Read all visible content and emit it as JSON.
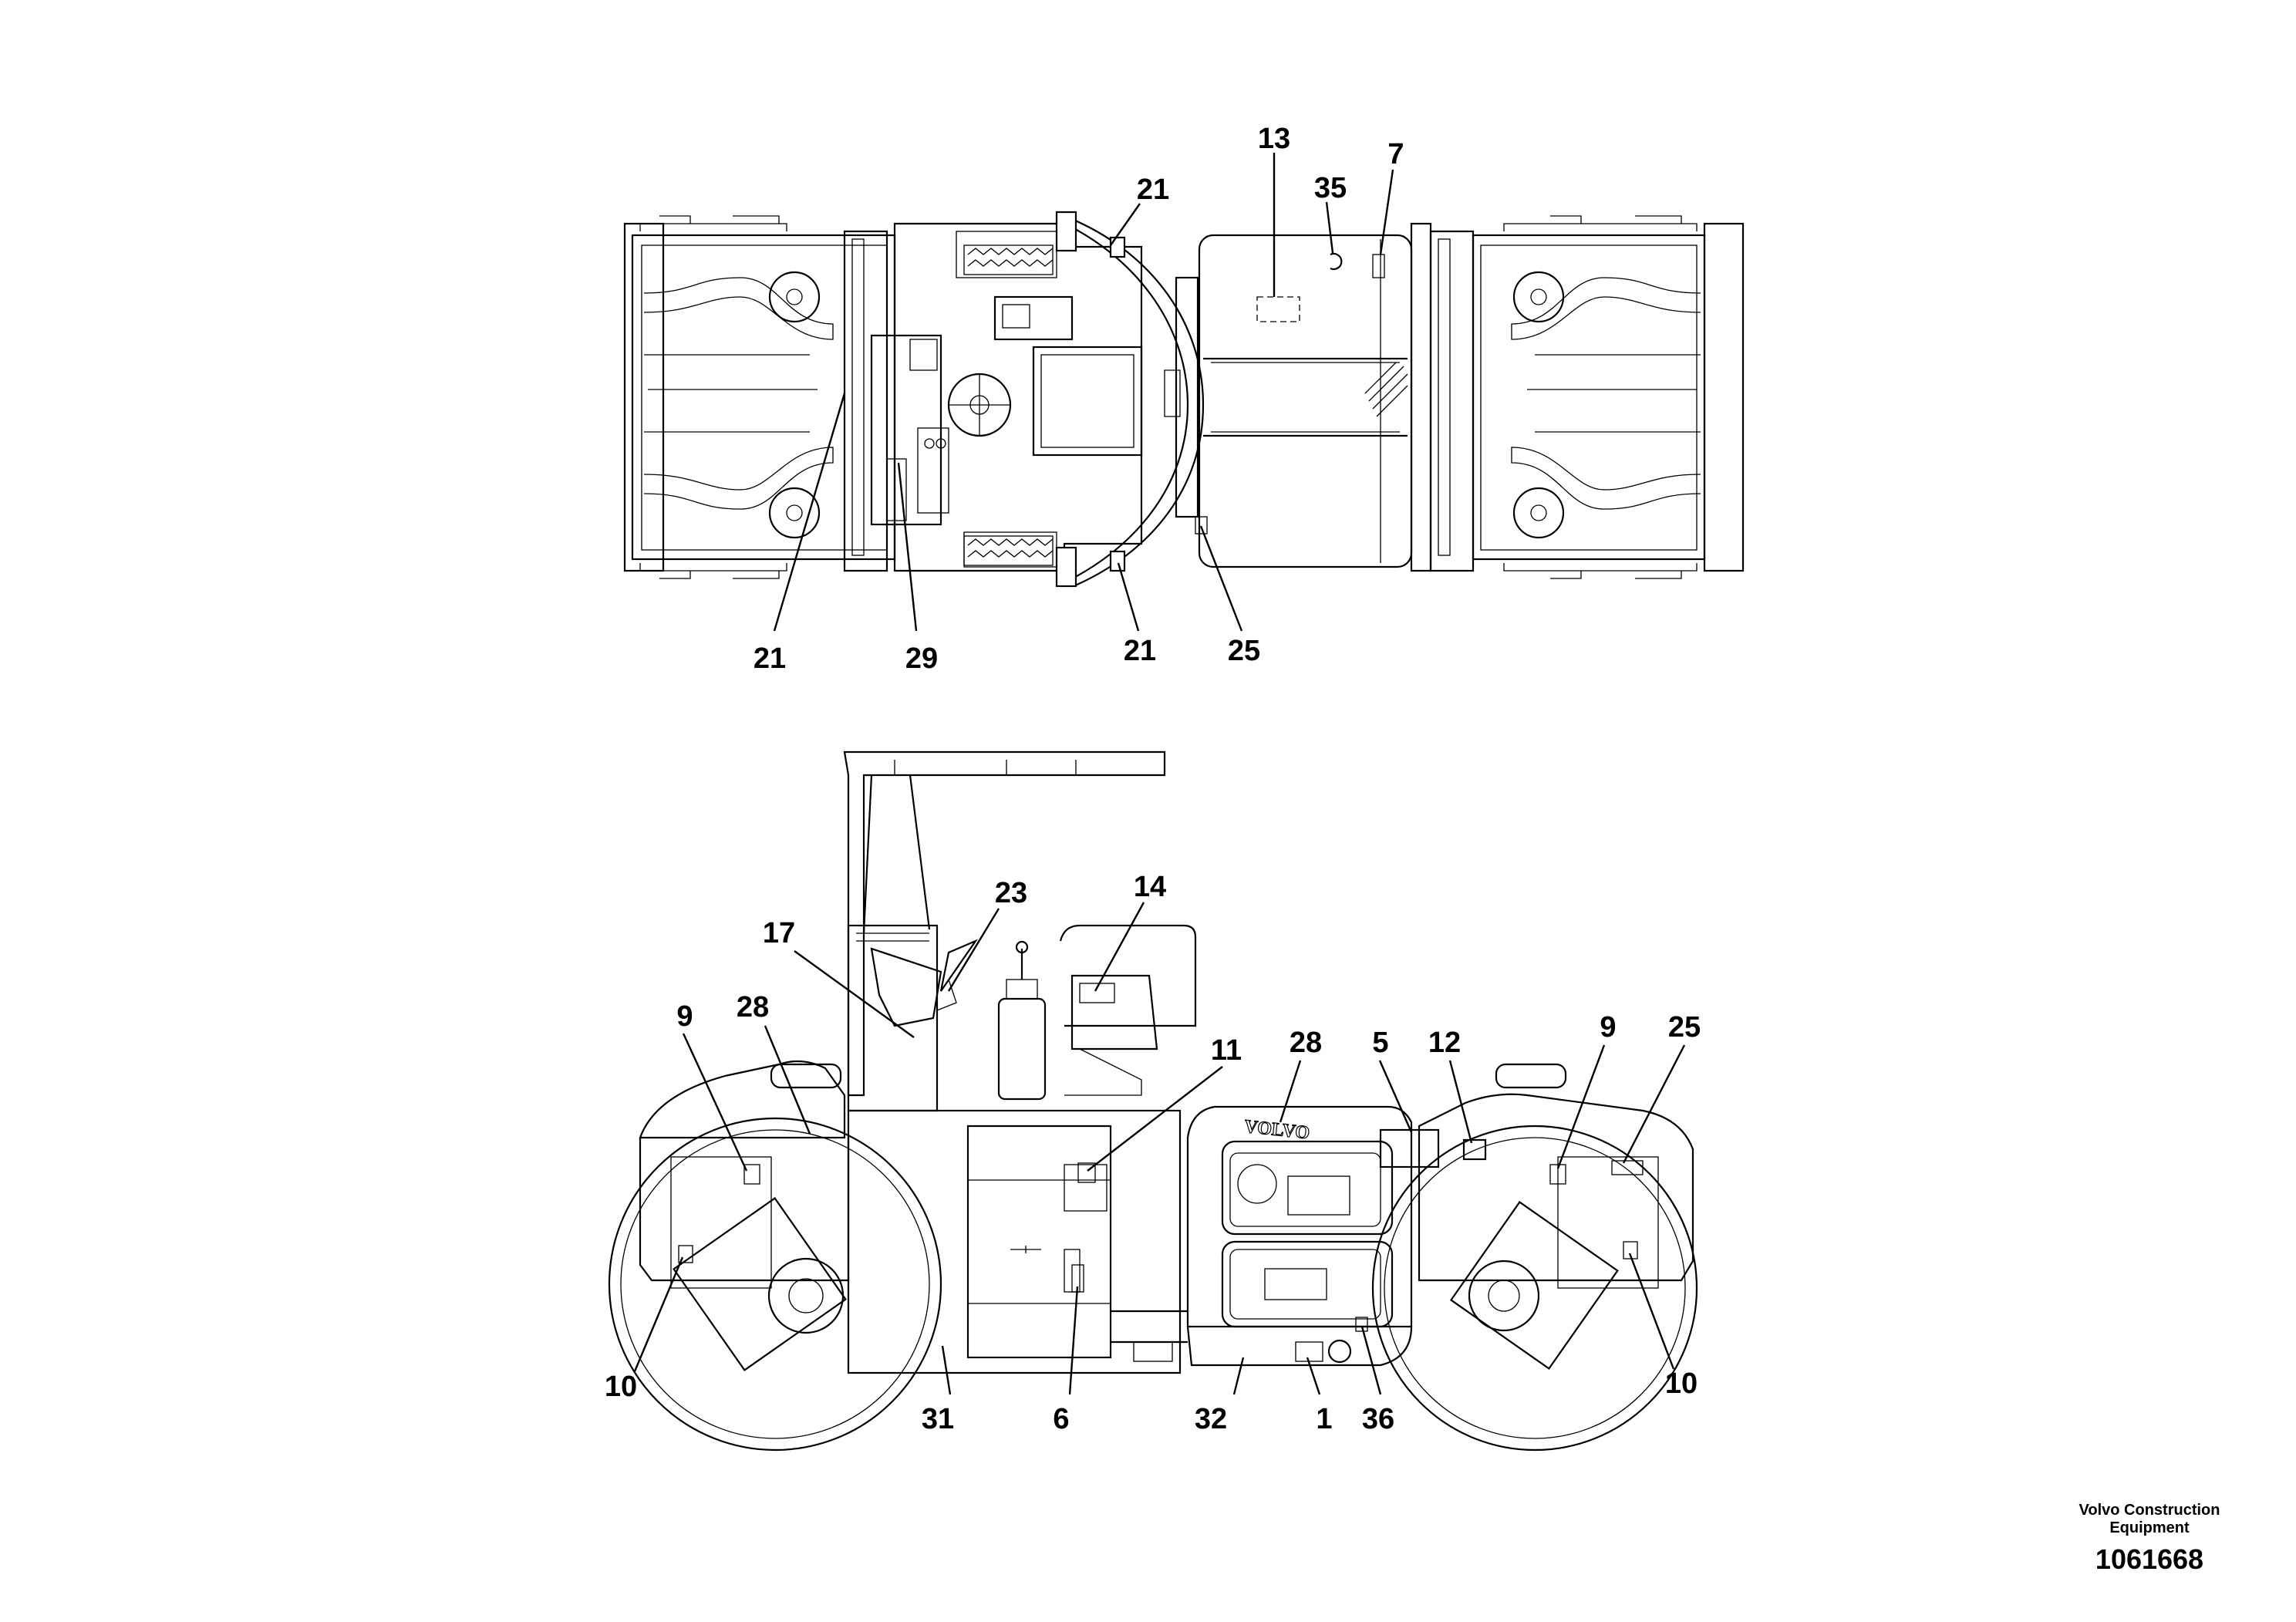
{
  "top_view": {
    "callouts": [
      {
        "id": "c13",
        "label": "13"
      },
      {
        "id": "c35",
        "label": "35"
      },
      {
        "id": "c7",
        "label": "7"
      },
      {
        "id": "c21a",
        "label": "21"
      },
      {
        "id": "c21b",
        "label": "21"
      },
      {
        "id": "c29",
        "label": "29"
      },
      {
        "id": "c21c",
        "label": "21"
      },
      {
        "id": "c25",
        "label": "25"
      }
    ]
  },
  "side_view": {
    "brand_plate": "VOLVO",
    "callouts": [
      {
        "id": "s23",
        "label": "23"
      },
      {
        "id": "s14",
        "label": "14"
      },
      {
        "id": "s17",
        "label": "17"
      },
      {
        "id": "s28a",
        "label": "28"
      },
      {
        "id": "s9a",
        "label": "9"
      },
      {
        "id": "s11",
        "label": "11"
      },
      {
        "id": "s28b",
        "label": "28"
      },
      {
        "id": "s5",
        "label": "5"
      },
      {
        "id": "s12",
        "label": "12"
      },
      {
        "id": "s9b",
        "label": "9"
      },
      {
        "id": "s25",
        "label": "25"
      },
      {
        "id": "s10a",
        "label": "10"
      },
      {
        "id": "s10b",
        "label": "10"
      },
      {
        "id": "s31",
        "label": "31"
      },
      {
        "id": "s6",
        "label": "6"
      },
      {
        "id": "s32",
        "label": "32"
      },
      {
        "id": "s1",
        "label": "1"
      },
      {
        "id": "s36",
        "label": "36"
      }
    ]
  },
  "footer": {
    "brand": "Volvo Construction Equipment",
    "doc_number": "1061668"
  }
}
